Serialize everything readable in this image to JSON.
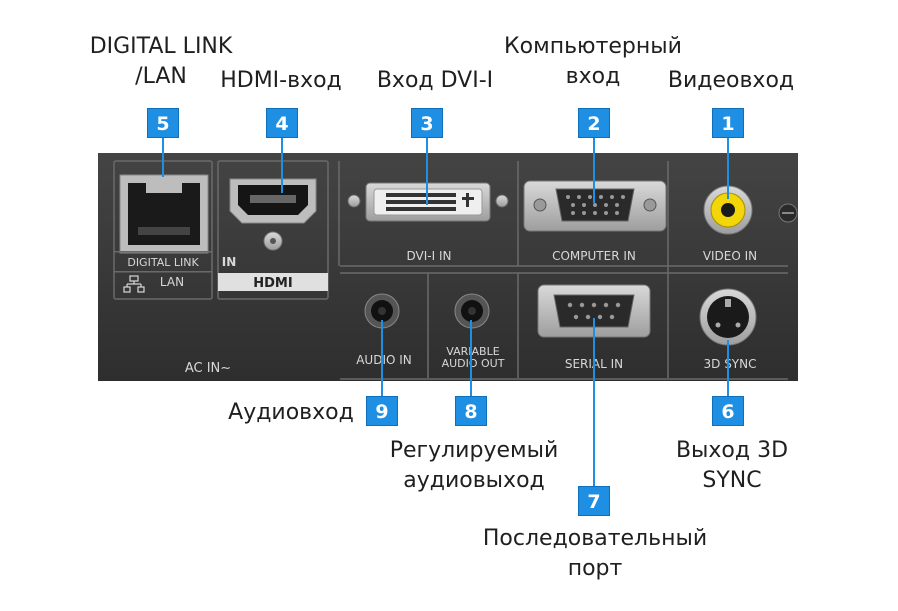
{
  "callouts": {
    "digital_link_lan": "DIGITAL LINK\n/LAN",
    "hdmi_in": "HDMI-вход",
    "dvi_in": "Вход DVI-I",
    "computer_in": "Компьютерный\nвход",
    "video_in": "Видеовход",
    "audio_in": "Аудиовход",
    "variable_audio_out": "Регулируемый\nаудиовыход",
    "serial_in": "Последовательный\nпорт",
    "sync_3d": "Выход 3D\nSYNC"
  },
  "badges": {
    "n1": "1",
    "n2": "2",
    "n3": "3",
    "n4": "4",
    "n5": "5",
    "n6": "6",
    "n7": "7",
    "n8": "8",
    "n9": "9"
  },
  "panel_labels": {
    "digital_link": "DIGITAL LINK",
    "lan": "LAN",
    "in": "IN",
    "hdmi": "HDMI",
    "dvi_in": "DVI-I IN",
    "computer_in": "COMPUTER IN",
    "video_in": "VIDEO IN",
    "audio_in": "AUDIO IN",
    "variable_audio_out": "VARIABLE\nAUDIO OUT",
    "serial_in": "SERIAL IN",
    "sync_3d": "3D SYNC",
    "ac_in": "AC IN∼"
  },
  "colors": {
    "badge": "#1e8fe3",
    "panel": "#3a3a3a",
    "video_jack": "#f2d60a"
  }
}
